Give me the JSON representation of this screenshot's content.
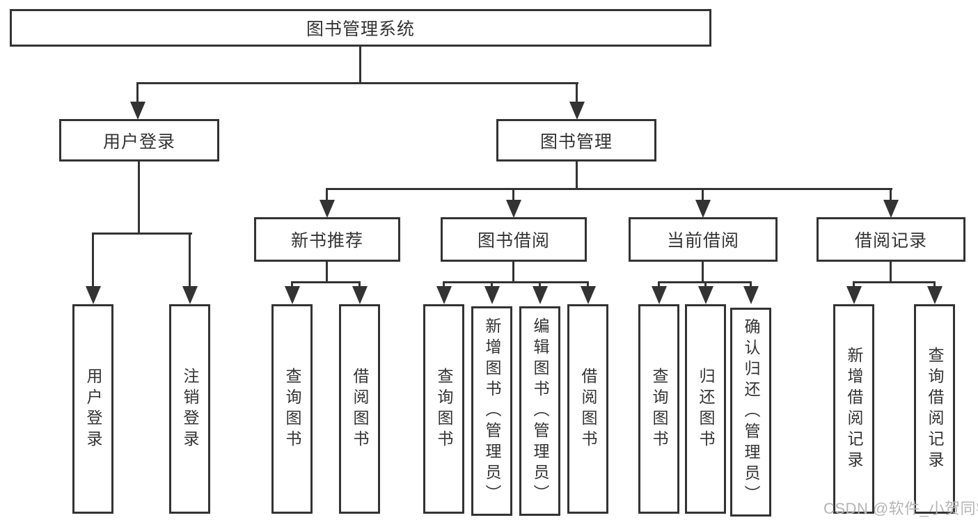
{
  "tree": {
    "root": "图书管理系统",
    "branches": [
      {
        "label": "用户登录",
        "children": [
          "用户登录",
          "注销登录"
        ]
      },
      {
        "label": "图书管理",
        "groups": [
          {
            "label": "新书推荐",
            "children": [
              "查询图书",
              "借阅图书"
            ]
          },
          {
            "label": "图书借阅",
            "children": [
              "查询图书",
              "新增图书（管理员）",
              "编辑图书（管理员）",
              "借阅图书"
            ]
          },
          {
            "label": "当前借阅",
            "children": [
              "查询图书",
              "归还图书",
              "确认归还（管理员）"
            ]
          },
          {
            "label": "借阅记录",
            "children": [
              "新增借阅记录",
              "查询借阅记录"
            ]
          }
        ]
      }
    ]
  },
  "watermark": "CSDN @软件_小贺同学",
  "colors": {
    "line": "#333333",
    "text": "#333333",
    "watermark": "#b5b5b5",
    "bg": "#ffffff"
  }
}
